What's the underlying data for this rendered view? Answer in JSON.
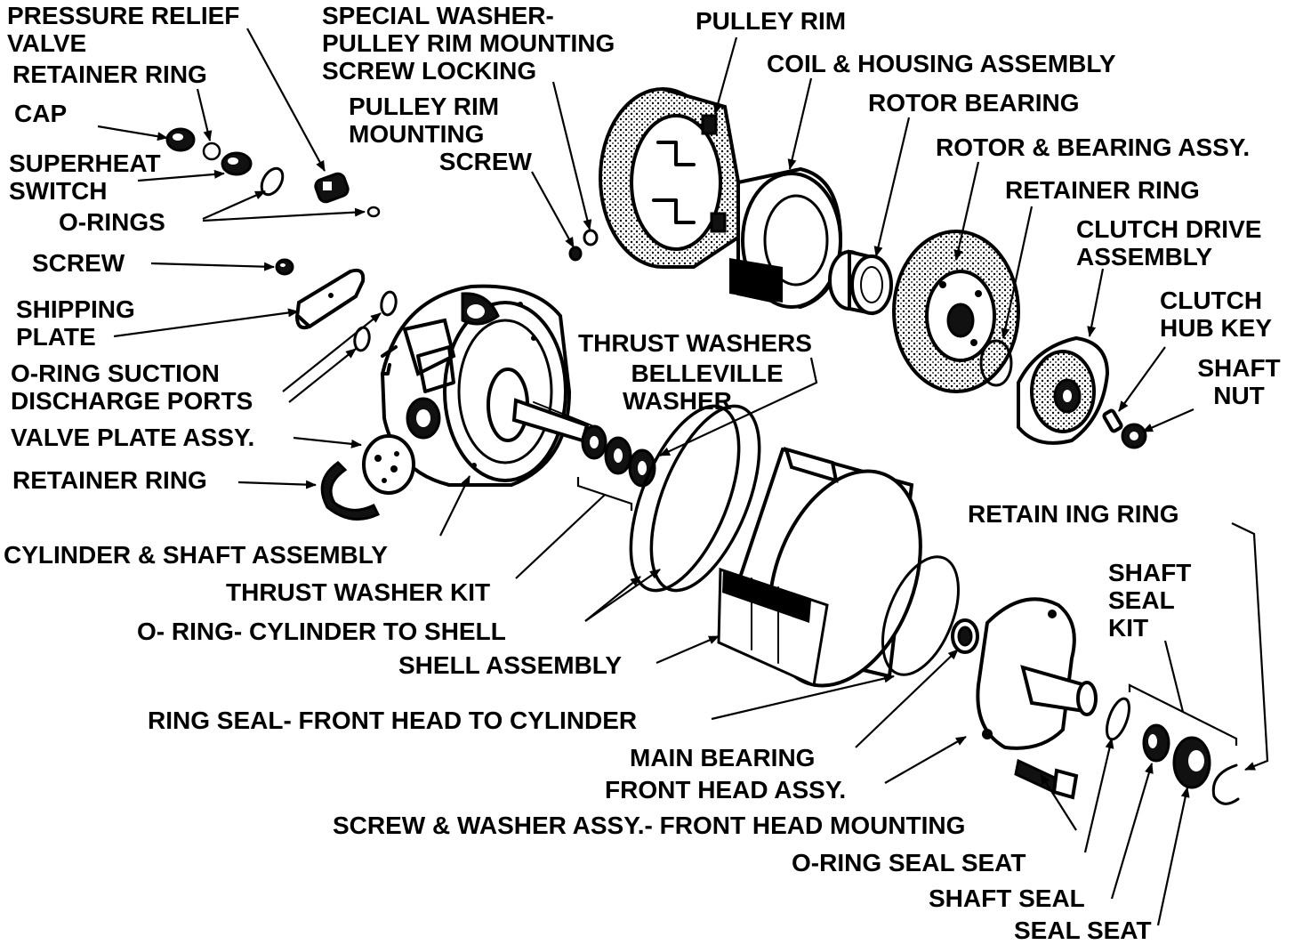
{
  "labels": {
    "pressure_relief_valve": [
      "PRESSURE RELIEF",
      "VALVE"
    ],
    "retainer_ring_top": "RETAINER RING",
    "cap": "CAP",
    "superheat_switch": [
      "SUPERHEAT",
      "SWITCH"
    ],
    "o_rings": "O-RINGS",
    "screw": "SCREW",
    "shipping_plate": [
      "SHIPPING",
      "PLATE"
    ],
    "o_ring_suction": [
      "O-RING SUCTION",
      "DISCHARGE PORTS"
    ],
    "valve_plate_assy": "VALVE PLATE ASSY.",
    "retainer_ring_left": "RETAINER RING",
    "cylinder_shaft_assembly": "CYLINDER & SHAFT ASSEMBLY",
    "thrust_washer_kit": "THRUST WASHER KIT",
    "o_ring_cylinder_shell": "O- RING- CYLINDER TO SHELL",
    "shell_assembly": "SHELL ASSEMBLY",
    "ring_seal": "RING SEAL- FRONT HEAD TO CYLINDER",
    "main_bearing": "MAIN BEARING",
    "front_head_assy": "FRONT HEAD ASSY.",
    "screw_washer_assy": "SCREW & WASHER ASSY.- FRONT HEAD MOUNTING",
    "o_ring_seal_seat": "O-RING SEAL SEAT",
    "shaft_seal": "SHAFT SEAL",
    "seal_seat": "SEAL SEAT",
    "special_washer": [
      "SPECIAL WASHER-",
      "PULLEY RIM MOUNTING",
      "SCREW LOCKING"
    ],
    "pulley_rim_mounting_screw": [
      "PULLEY RIM",
      "MOUNTING",
      "SCREW"
    ],
    "pulley_rim": "PULLEY RIM",
    "coil_housing_assembly": "COIL & HOUSING ASSEMBLY",
    "rotor_bearing": "ROTOR BEARING",
    "rotor_bearing_assy": "ROTOR & BEARING ASSY.",
    "retainer_ring_right": "RETAINER RING",
    "clutch_drive_assembly": [
      "CLUTCH DRIVE",
      "ASSEMBLY"
    ],
    "clutch_hub_key": [
      "CLUTCH",
      "HUB KEY"
    ],
    "shaft_nut": [
      "SHAFT",
      "NUT"
    ],
    "thrust_washers": "THRUST WASHERS",
    "belleville_washer": [
      "BELLEVILLE",
      "WASHER"
    ],
    "retaining_ring": "RETAIN ING RING",
    "shaft_seal_kit": [
      "SHAFT",
      "SEAL",
      "KIT"
    ]
  },
  "colors": {
    "ink": "#000000",
    "paper": "#ffffff"
  }
}
